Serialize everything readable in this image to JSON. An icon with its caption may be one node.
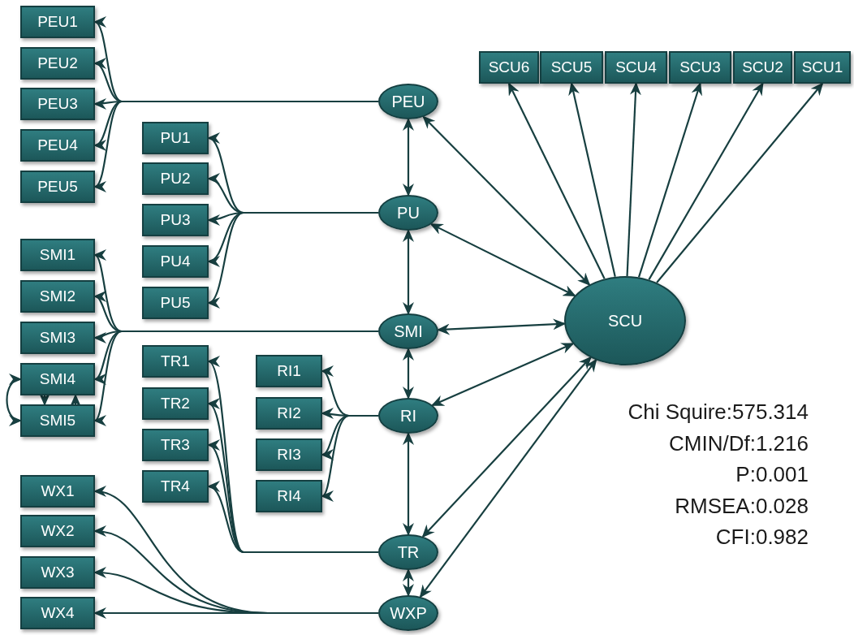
{
  "diagram": {
    "nodes": [
      {
        "text": [
          "PEU1"
        ]
      },
      {
        "text": [
          "PEU2"
        ]
      },
      {
        "text": [
          "PEU3"
        ]
      },
      {
        "text": [
          "PEU4"
        ]
      },
      {
        "text": [
          "PEU5"
        ]
      },
      {
        "text": [
          "PU1"
        ]
      },
      {
        "text": [
          "PU2"
        ]
      },
      {
        "text": [
          "PU3"
        ]
      },
      {
        "text": [
          "PU4"
        ]
      },
      {
        "text": [
          "PU5"
        ]
      },
      {
        "text": [
          "SMI1"
        ]
      },
      {
        "text": [
          "SMI2"
        ]
      },
      {
        "text": [
          "SMI3"
        ]
      },
      {
        "text": [
          "SMI4"
        ]
      },
      {
        "text": [
          "SMI5"
        ]
      },
      {
        "text": [
          "TR1"
        ]
      },
      {
        "text": [
          "TR2"
        ]
      },
      {
        "text": [
          "TR3"
        ]
      },
      {
        "text": [
          "TR4"
        ]
      },
      {
        "text": [
          "RI1"
        ]
      },
      {
        "text": [
          "RI2"
        ]
      },
      {
        "text": [
          "RI3"
        ]
      },
      {
        "text": [
          "RI4"
        ]
      },
      {
        "text": [
          "WX1"
        ]
      },
      {
        "text": [
          "WX2"
        ]
      },
      {
        "text": [
          "WX3"
        ]
      },
      {
        "text": [
          "WX4"
        ]
      },
      {
        "text": [
          "SCU6"
        ]
      },
      {
        "text": [
          "SCU5"
        ]
      },
      {
        "text": [
          "SCU4"
        ]
      },
      {
        "text": [
          "SCU3"
        ]
      },
      {
        "text": [
          "SCU2"
        ]
      },
      {
        "text": [
          "SCU1"
        ]
      },
      {
        "text": [
          "PEU"
        ]
      },
      {
        "text": [
          "PU"
        ]
      },
      {
        "text": [
          "SMI"
        ]
      },
      {
        "text": [
          "RI"
        ]
      },
      {
        "text": [
          "TR"
        ]
      },
      {
        "text": [
          "WXP"
        ]
      },
      {
        "text": [
          "SCU"
        ]
      }
    ],
    "edges": [
      {
        "from": 33,
        "to": 0,
        "arrow": "to"
      },
      {
        "from": 33,
        "to": 1,
        "arrow": "to"
      },
      {
        "from": 33,
        "to": 2,
        "arrow": "to"
      },
      {
        "from": 33,
        "to": 3,
        "arrow": "to"
      },
      {
        "from": 33,
        "to": 4,
        "arrow": "to"
      },
      {
        "from": 34,
        "to": 5,
        "arrow": "to"
      },
      {
        "from": 34,
        "to": 6,
        "arrow": "to"
      },
      {
        "from": 34,
        "to": 7,
        "arrow": "to"
      },
      {
        "from": 34,
        "to": 8,
        "arrow": "to"
      },
      {
        "from": 34,
        "to": 9,
        "arrow": "to"
      },
      {
        "from": 35,
        "to": 10,
        "arrow": "to"
      },
      {
        "from": 35,
        "to": 11,
        "arrow": "to"
      },
      {
        "from": 35,
        "to": 12,
        "arrow": "to"
      },
      {
        "from": 35,
        "to": 13,
        "arrow": "to"
      },
      {
        "from": 35,
        "to": 14,
        "arrow": "to"
      },
      {
        "from": 13,
        "to": 14,
        "arrow": "both"
      },
      {
        "from": 13,
        "to": 14,
        "arrow": "to"
      },
      {
        "from": 14,
        "to": 13,
        "arrow": "to"
      },
      {
        "from": 37,
        "to": 15,
        "arrow": "to"
      },
      {
        "from": 37,
        "to": 16,
        "arrow": "to"
      },
      {
        "from": 37,
        "to": 17,
        "arrow": "to"
      },
      {
        "from": 37,
        "to": 18,
        "arrow": "to"
      },
      {
        "from": 36,
        "to": 19,
        "arrow": "to"
      },
      {
        "from": 36,
        "to": 20,
        "arrow": "to"
      },
      {
        "from": 36,
        "to": 21,
        "arrow": "to"
      },
      {
        "from": 36,
        "to": 22,
        "arrow": "to"
      },
      {
        "from": 38,
        "to": 23,
        "arrow": "to"
      },
      {
        "from": 38,
        "to": 24,
        "arrow": "to"
      },
      {
        "from": 38,
        "to": 25,
        "arrow": "to"
      },
      {
        "from": 38,
        "to": 26,
        "arrow": "to"
      },
      {
        "from": 39,
        "to": 27,
        "arrow": "to"
      },
      {
        "from": 39,
        "to": 28,
        "arrow": "to"
      },
      {
        "from": 39,
        "to": 29,
        "arrow": "to"
      },
      {
        "from": 39,
        "to": 30,
        "arrow": "to"
      },
      {
        "from": 39,
        "to": 31,
        "arrow": "to"
      },
      {
        "from": 39,
        "to": 32,
        "arrow": "to"
      },
      {
        "from": 33,
        "to": 34,
        "arrow": "both"
      },
      {
        "from": 34,
        "to": 35,
        "arrow": "both"
      },
      {
        "from": 35,
        "to": 36,
        "arrow": "both"
      },
      {
        "from": 36,
        "to": 37,
        "arrow": "both"
      },
      {
        "from": 37,
        "to": 38,
        "arrow": "both"
      },
      {
        "from": 39,
        "to": 33,
        "arrow": "both"
      },
      {
        "from": 39,
        "to": 34,
        "arrow": "both"
      },
      {
        "from": 39,
        "to": 35,
        "arrow": "both"
      },
      {
        "from": 39,
        "to": 36,
        "arrow": "both"
      },
      {
        "from": 39,
        "to": 37,
        "arrow": "both"
      },
      {
        "from": 39,
        "to": 38,
        "arrow": "both"
      }
    ],
    "labels": [
      "Chi Squire:575.314",
      "CMIN/Df:1.216",
      "P:0.001",
      "RMSEA:0.028",
      "CFI:0.982"
    ]
  }
}
